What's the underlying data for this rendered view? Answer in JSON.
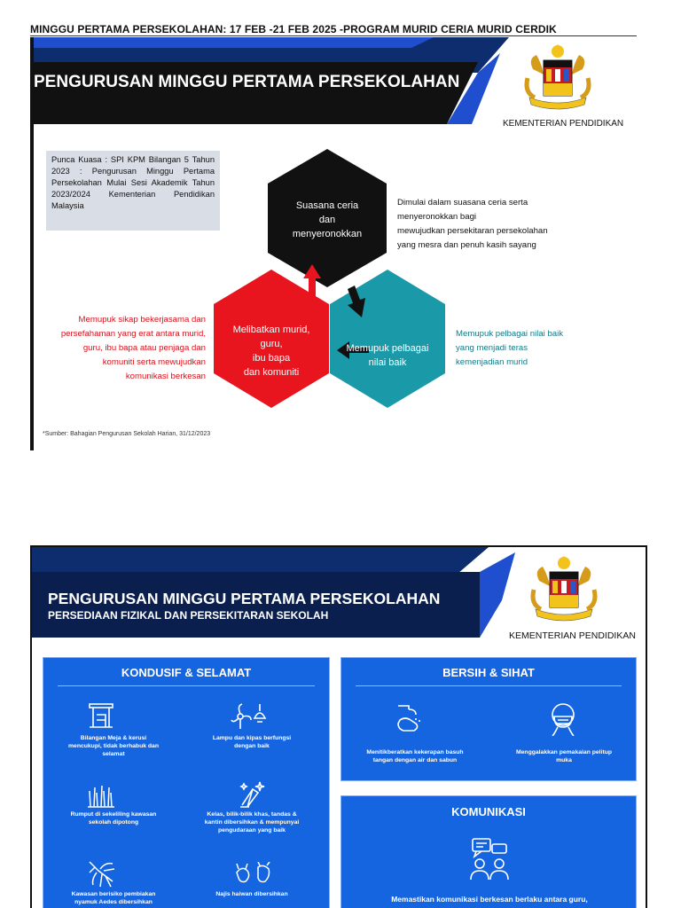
{
  "header": {
    "title": "MINGGU PERTAMA PERSEKOLAHAN: 17 FEB -21 FEB 2025 -PROGRAM MURID CERIA MURID CERDIK"
  },
  "slide1": {
    "banner_title": "PENGURUSAN MINGGU PERTAMA PERSEKOLAHAN",
    "ministry": "KEMENTERIAN PENDIDIKAN",
    "punca_kuasa": "Punca Kuasa : SPI KPM Bilangan 5 Tahun 2023 : Pengurusan Minggu Pertama Persekolahan Mulai Sesi Akademik Tahun 2023/2024 Kementerian Pendidikan Malaysia",
    "hex_top": [
      "Suasana ceria",
      "dan",
      "menyeronokkan"
    ],
    "hex_left": [
      "Melibatkan murid,",
      "guru,",
      "ibu bapa",
      "dan komuniti"
    ],
    "hex_right": [
      "Memupuk pelbagai",
      "nilai  baik"
    ],
    "desc_top": [
      "Dimulai dalam suasana ceria serta",
      "menyeronokkan bagi",
      "mewujudkan persekitaran persekolahan",
      "yang mesra dan penuh kasih sayang"
    ],
    "desc_left": [
      "Memupuk sikap bekerjasama dan",
      "persefahaman yang erat antara murid,",
      "guru, ibu bapa atau penjaga dan",
      "komuniti serta mewujudkan",
      "komunikasi berkesan"
    ],
    "desc_right": [
      "Memupuk pelbagai nilai baik",
      "yang menjadi teras",
      "kemenjadian murid"
    ],
    "source": "*Sumber: Bahagian Pengurusan Sekolah Harian, 31/12/2023",
    "colors": {
      "black": "#111111",
      "red": "#e8141e",
      "teal": "#1a9aa8",
      "navy": "#0d2d6e",
      "blue": "#1f4fcf"
    }
  },
  "slide2": {
    "title": "PENGURUSAN MINGGU PERTAMA PERSEKOLAHAN",
    "subtitle": "PERSEDIAAN FIZIKAL DAN PERSEKITARAN SEKOLAH",
    "ministry": "KEMENTERIAN PENDIDIKAN",
    "cards": {
      "kondusif": {
        "title": "KONDUSIF & SELAMAT",
        "items": [
          {
            "icon": "classroom-icon",
            "text": [
              "Bilangan Meja & kerusi",
              "mencukupi, tidak berhabuk dan",
              "selamat"
            ]
          },
          {
            "icon": "lamp-fan-icon",
            "text": [
              "Lampu dan kipas berfungsi",
              "dengan baik"
            ]
          },
          {
            "icon": "grass-icon",
            "text": [
              "Rumput di sekeliling kawasan",
              "sekolah dipotong"
            ]
          },
          {
            "icon": "cleaning-icon",
            "text": [
              "Kelas, bilik-bilik khas, tandas &",
              "kantin dibersihkan & mempunyai",
              "pengudaraan yang baik"
            ]
          },
          {
            "icon": "mosquito-icon",
            "text": [
              "Kawasan berisiko pembiakan",
              "nyamuk Aedes dibersihkan"
            ]
          },
          {
            "icon": "animal-icon",
            "text": [
              "Najis haiwan dibersihkan"
            ]
          }
        ]
      },
      "bersih": {
        "title": "BERSIH & SIHAT",
        "items": [
          {
            "icon": "handwash-icon",
            "text": [
              "Menitikberatkan kekerapan basuh",
              "tangan dengan air dan sabun"
            ]
          },
          {
            "icon": "mask-icon",
            "text": [
              "Menggalakkan pemakaian pelitup",
              "muka"
            ]
          }
        ]
      },
      "komunikasi": {
        "title": "KOMUNIKASI",
        "icon": "communication-icon",
        "text": [
          "Memastikan komunikasi berkesan berlaku antara guru,"
        ]
      }
    }
  }
}
